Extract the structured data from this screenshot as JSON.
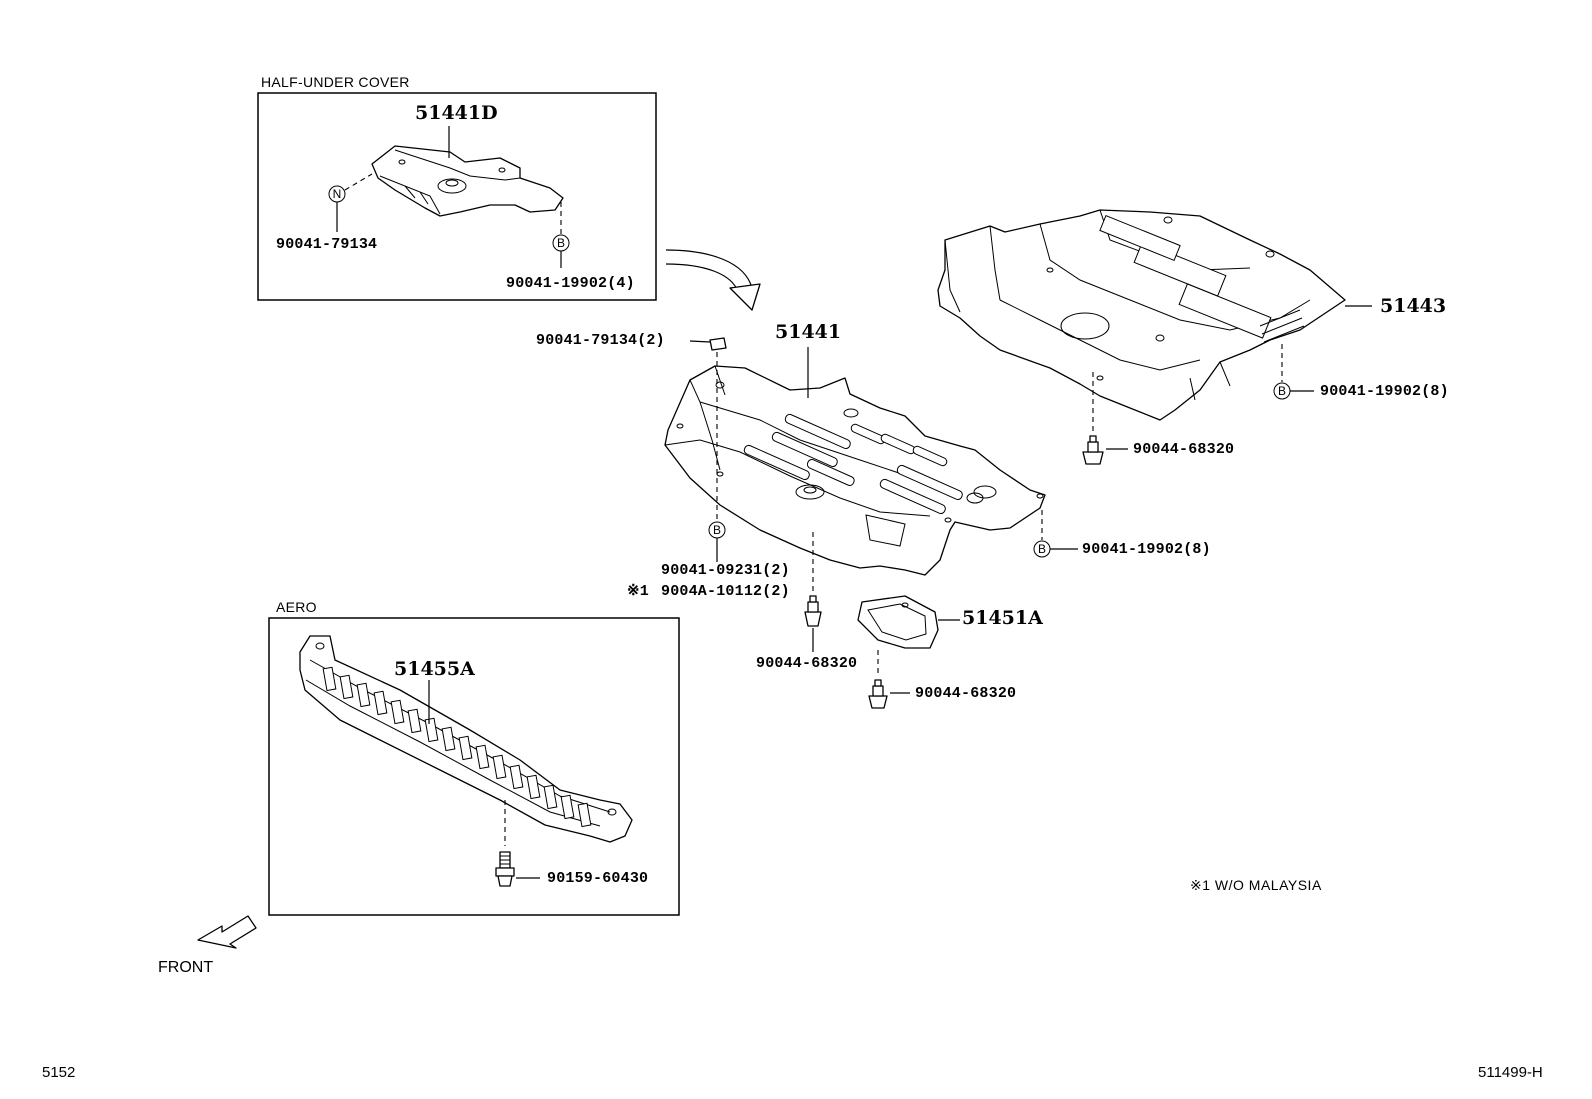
{
  "sections": {
    "half_under_cover": {
      "title": "HALF-UNDER COVER",
      "part_label": "51441D",
      "callouts": [
        {
          "marker": "N",
          "part_no": "90041-79134"
        },
        {
          "marker": "B",
          "part_no": "90041-19902(4)"
        }
      ]
    },
    "aero": {
      "title": "AERO",
      "part_label": "51455A",
      "callouts": [
        {
          "part_no": "90159-60430"
        }
      ]
    }
  },
  "main_parts": {
    "center_cover": {
      "part_label": "51441",
      "callouts": [
        {
          "part_no": "90041-79134(2)"
        },
        {
          "marker": "B",
          "part_no": "90041-09231(2)"
        },
        {
          "note_ref": "※1",
          "part_no": "9004A-10112(2)"
        },
        {
          "part_no": "90044-68320"
        },
        {
          "marker": "B",
          "part_no": "90041-19902(8)"
        }
      ]
    },
    "rear_cover": {
      "part_label": "51443",
      "callouts": [
        {
          "marker": "B",
          "part_no": "90041-19902(8)"
        },
        {
          "part_no": "90044-68320"
        }
      ]
    },
    "small_plate": {
      "part_label": "51451A",
      "callouts": [
        {
          "part_no": "90044-68320"
        }
      ]
    }
  },
  "note": "※1  W/O MALAYSIA",
  "front_label": "FRONT",
  "footer": {
    "left": "5152",
    "right": "511499-H"
  },
  "markers": {
    "b": "B",
    "n": "N"
  }
}
